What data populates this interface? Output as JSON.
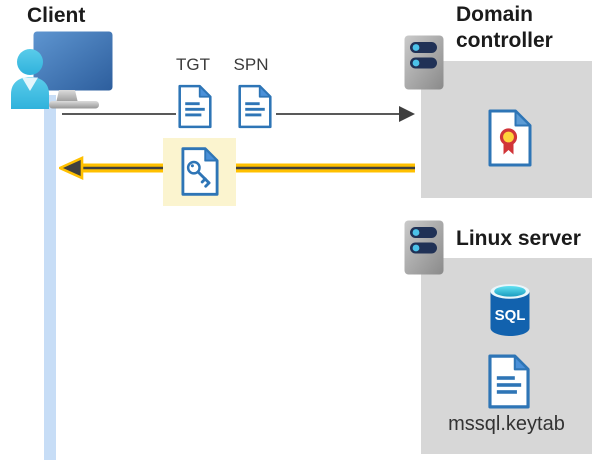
{
  "diagram": {
    "client": {
      "label": "Client"
    },
    "tickets": {
      "tgt": "TGT",
      "spn": "SPN"
    },
    "domain_controller": {
      "label": "Domain controller"
    },
    "linux_server": {
      "label": "Linux server",
      "sql_badge": "SQL",
      "keytab_file": "mssql.keytab"
    },
    "colors": {
      "icon_blue": "#2E75B6",
      "fold_blue": "#4A90D9",
      "arrow_yellow": "#FFC000",
      "arrow_dark": "#3F3F3F",
      "gray_line": "#595959",
      "highlight_yellow": "#FBF4CF",
      "panel_gray": "#D7D7D7",
      "lifeline_blue": "#C7DDF6",
      "person_cyan": "#45BFE3",
      "sql_blue": "#1262AE",
      "sql_teal": "#35C4DC",
      "cert_red": "#D13438",
      "cert_gold": "#FFD23B",
      "server_slot_navy": "#203156"
    }
  }
}
